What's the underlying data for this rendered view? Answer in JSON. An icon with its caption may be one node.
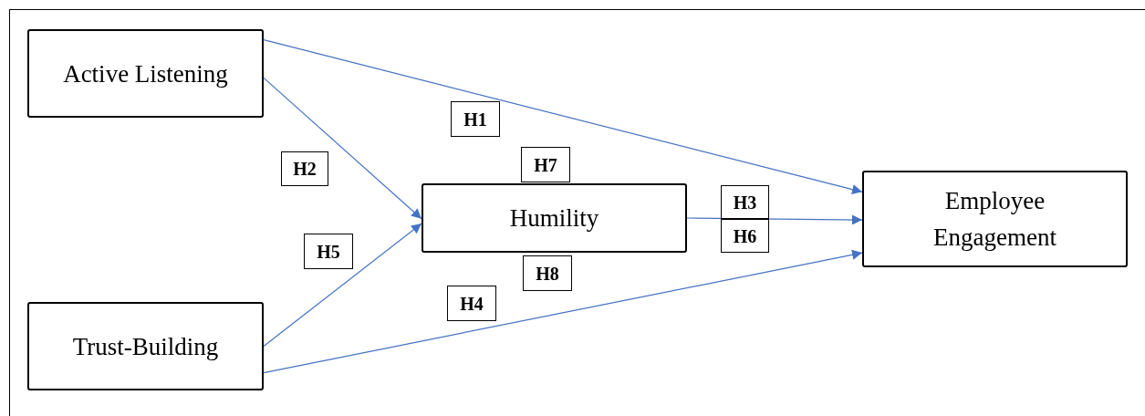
{
  "diagram": {
    "nodes": [
      {
        "text": [
          "Active Listening"
        ]
      },
      {
        "text": [
          "H1"
        ]
      },
      {
        "text": [
          "H2"
        ]
      },
      {
        "text": [
          "H7"
        ]
      },
      {
        "text": [
          "Humility"
        ]
      },
      {
        "text": [
          "Employee Engagement"
        ]
      },
      {
        "text": [
          "H3"
        ]
      },
      {
        "text": [
          "H6"
        ]
      },
      {
        "text": [
          "H5"
        ]
      },
      {
        "text": [
          "H8"
        ]
      },
      {
        "text": [
          "H4"
        ]
      },
      {
        "text": [
          "Trust-Building"
        ]
      }
    ],
    "edges": [
      {
        "from": 0,
        "to": 5,
        "arrow": "to"
      },
      {
        "from": 0,
        "to": 4,
        "arrow": "to"
      },
      {
        "from": 4,
        "to": 5,
        "arrow": "to"
      },
      {
        "from": 11,
        "to": 4,
        "arrow": "to"
      },
      {
        "from": 11,
        "to": 5,
        "arrow": "to"
      }
    ]
  }
}
